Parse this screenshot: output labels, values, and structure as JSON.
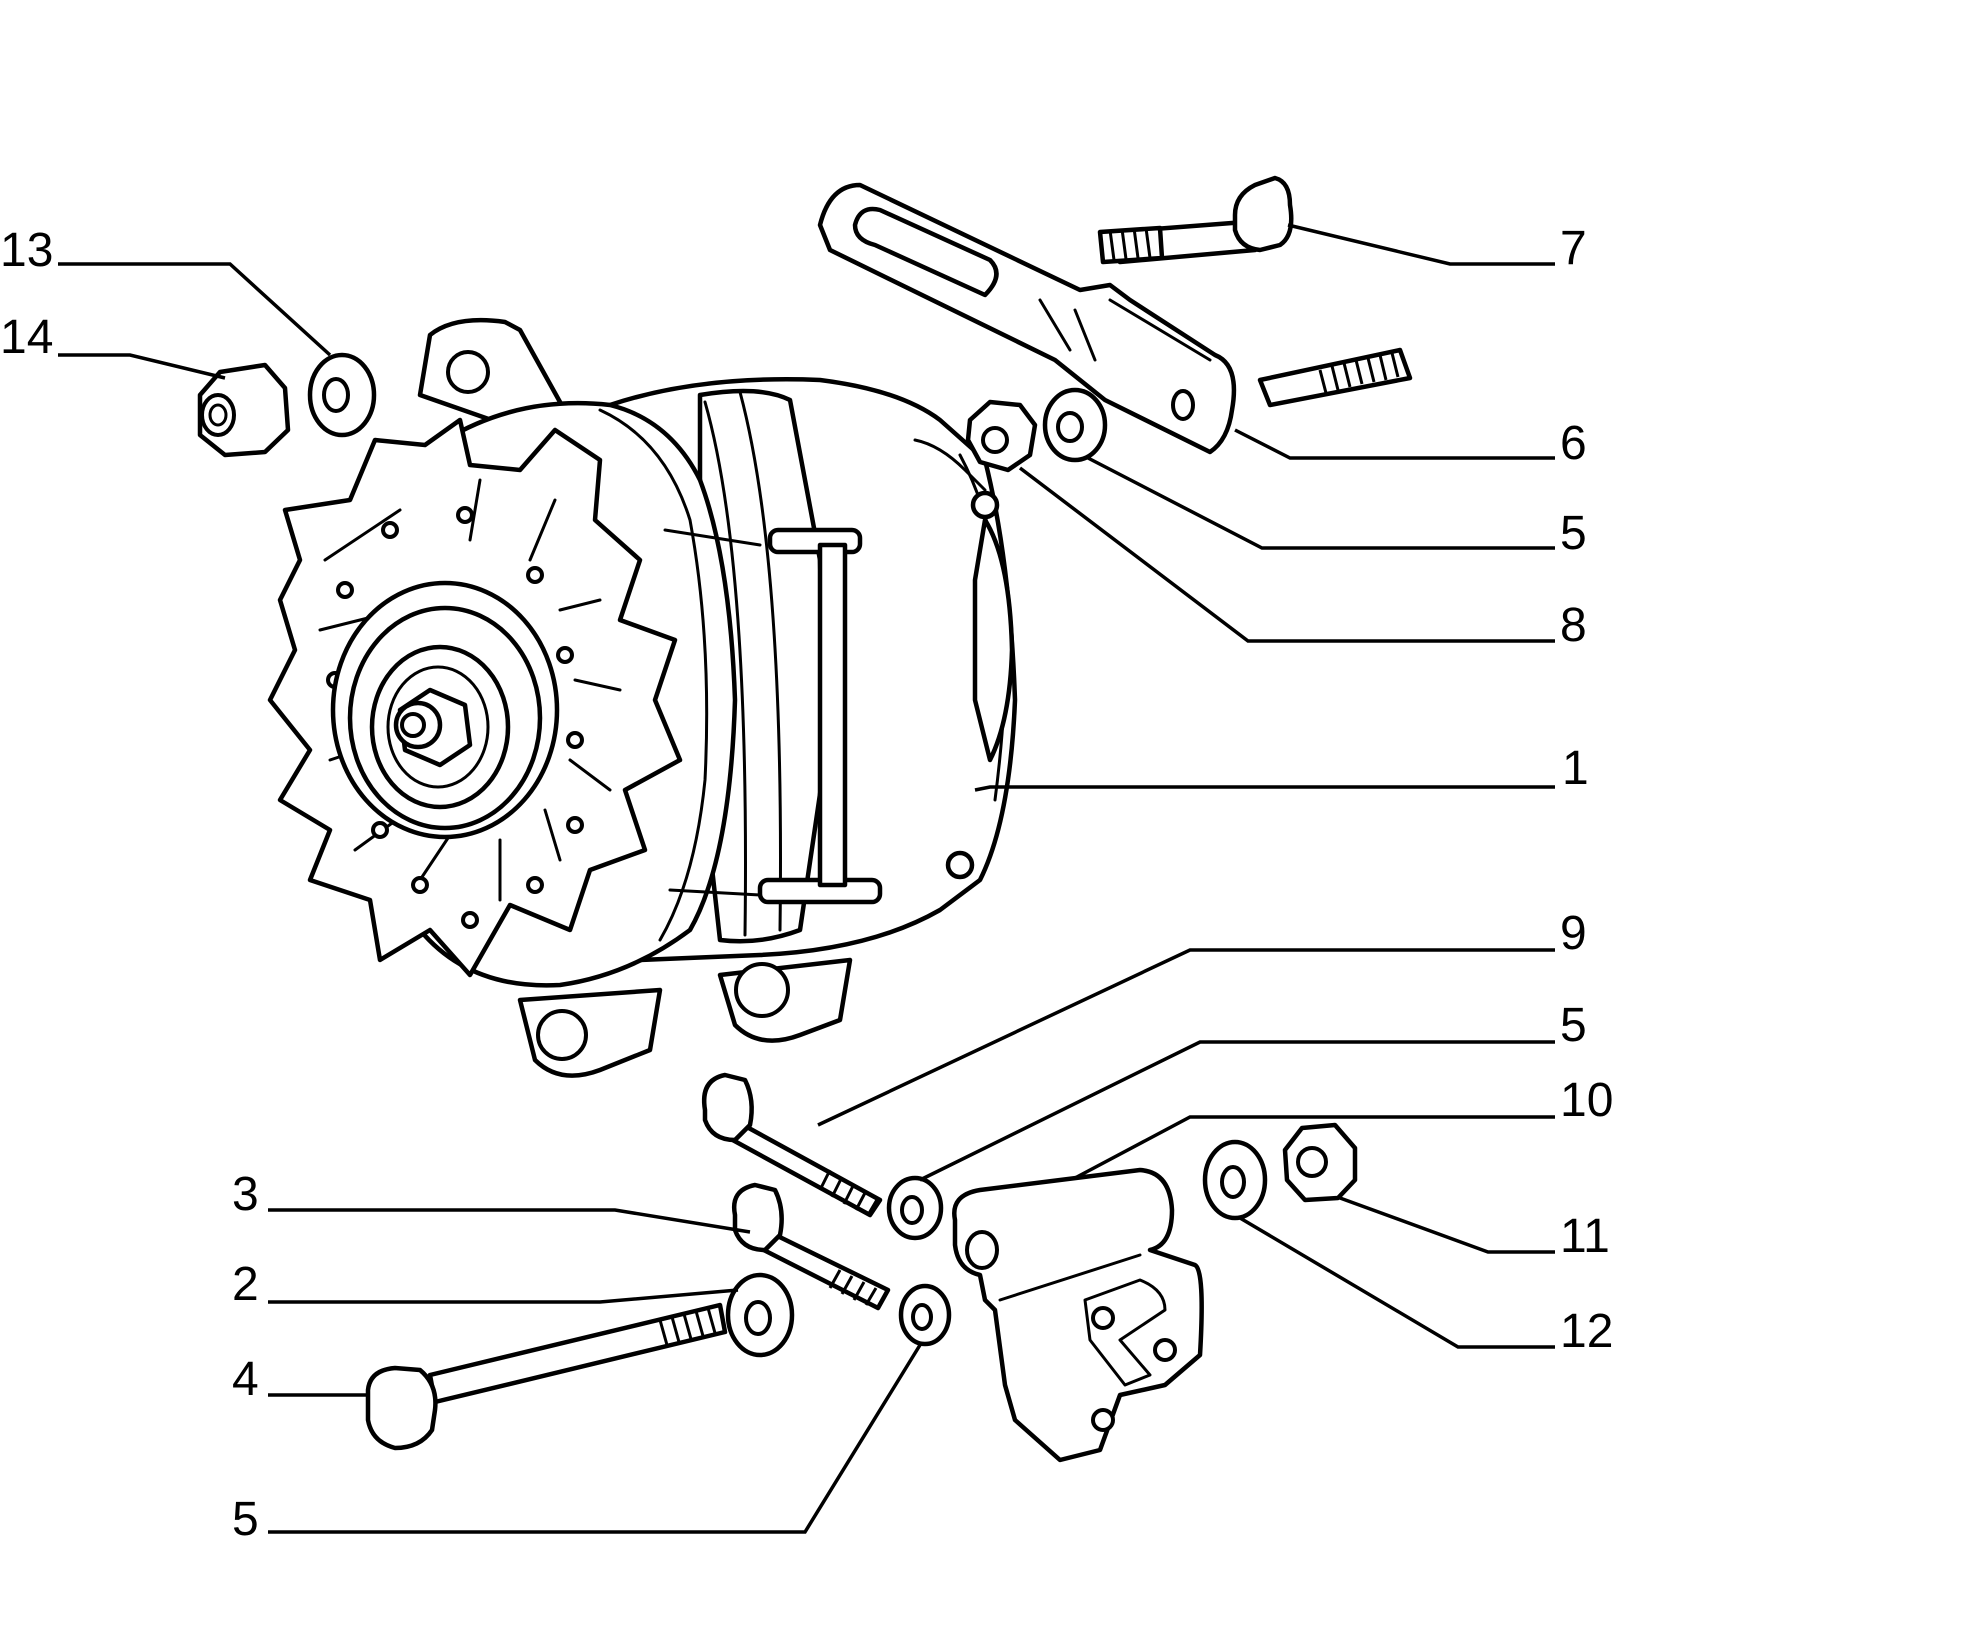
{
  "callouts": [
    {
      "id": "c13",
      "label": "13"
    },
    {
      "id": "c14",
      "label": "14"
    },
    {
      "id": "c7",
      "label": "7"
    },
    {
      "id": "c6",
      "label": "6"
    },
    {
      "id": "c5a",
      "label": "5"
    },
    {
      "id": "c8",
      "label": "8"
    },
    {
      "id": "c1",
      "label": "1"
    },
    {
      "id": "c9",
      "label": "9"
    },
    {
      "id": "c5b",
      "label": "5"
    },
    {
      "id": "c10",
      "label": "10"
    },
    {
      "id": "c3",
      "label": "3"
    },
    {
      "id": "c11",
      "label": "11"
    },
    {
      "id": "c2",
      "label": "2"
    },
    {
      "id": "c12",
      "label": "12"
    },
    {
      "id": "c4",
      "label": "4"
    },
    {
      "id": "c5c",
      "label": "5"
    }
  ]
}
